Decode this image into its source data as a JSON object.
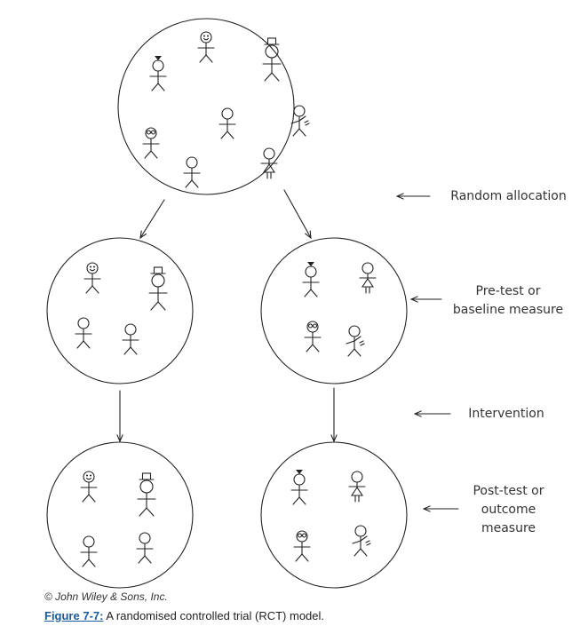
{
  "labels": {
    "random_allocation": "Random allocation",
    "pre_test_line1": "Pre-test or",
    "pre_test_line2": "baseline measure",
    "intervention": "Intervention",
    "post_test_line1": "Post-test or",
    "post_test_line2": "outcome",
    "post_test_line3": "measure"
  },
  "copyright": "© John Wiley & Sons, Inc.",
  "caption": {
    "figure_link": "Figure 7-7:",
    "text": " A randomised controlled trial (RCT) model."
  },
  "colors": {
    "stroke": "#222222",
    "link": "#1a5a9a"
  }
}
